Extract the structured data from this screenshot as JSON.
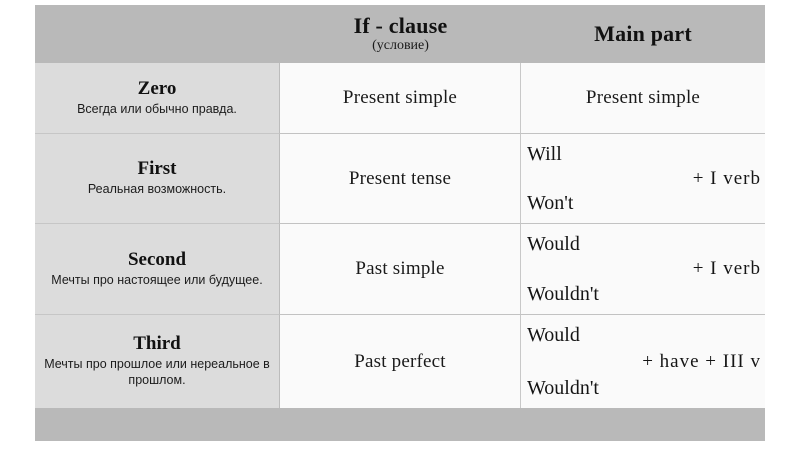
{
  "table": {
    "header": {
      "spacer_label": "",
      "if_clause": {
        "title": "If - clause",
        "subtitle": "(условие)"
      },
      "main_part": {
        "title": "Main part",
        "subtitle": ""
      }
    },
    "rows": [
      {
        "type_name": "Zero",
        "type_desc": "Всегда или обычно правда.",
        "if_clause": "Present simple",
        "main_part_kind": "simple",
        "main_part_text": "Present simple",
        "main_positive": "",
        "main_negative": "",
        "main_form": ""
      },
      {
        "type_name": "First",
        "type_desc": "Реальная возможность.",
        "if_clause": "Present tense",
        "main_part_kind": "stack",
        "main_part_text": "",
        "main_positive": "Will",
        "main_negative": "Won't",
        "main_form": "+   I verb"
      },
      {
        "type_name": "Second",
        "type_desc": "Мечты про настоящее или будущее.",
        "if_clause": "Past simple",
        "main_part_kind": "stack",
        "main_part_text": "",
        "main_positive": "Would",
        "main_negative": "Wouldn't",
        "main_form": "+   I verb"
      },
      {
        "type_name": "Third",
        "type_desc": "Мечты про прошлое или нереальное в прошлом.",
        "if_clause": "Past perfect",
        "main_part_kind": "stack",
        "main_part_text": "",
        "main_positive": "Would",
        "main_negative": "Wouldn't",
        "main_form": "+  have +  III v"
      }
    ]
  },
  "colors": {
    "header_band": "#b9b9b9",
    "footer_band": "#b9b9b9",
    "left_column": "#dcdcdc",
    "cell_background": "#fafafa",
    "grid_line": "#c2c2c2",
    "text": "#151515"
  }
}
